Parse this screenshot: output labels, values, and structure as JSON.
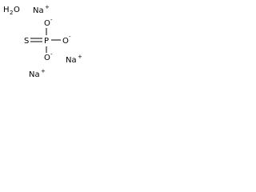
{
  "molecule": {
    "water": {
      "H": "H",
      "subscript": "2",
      "O": "O"
    },
    "atoms": {
      "na_top": "Na",
      "na_right": "Na",
      "na_bottom": "Na",
      "o_top": "O",
      "o_right": "O",
      "o_bottom": "O",
      "s": "S",
      "p": "P"
    },
    "charges": {
      "plus": "+",
      "minus": "-"
    }
  }
}
